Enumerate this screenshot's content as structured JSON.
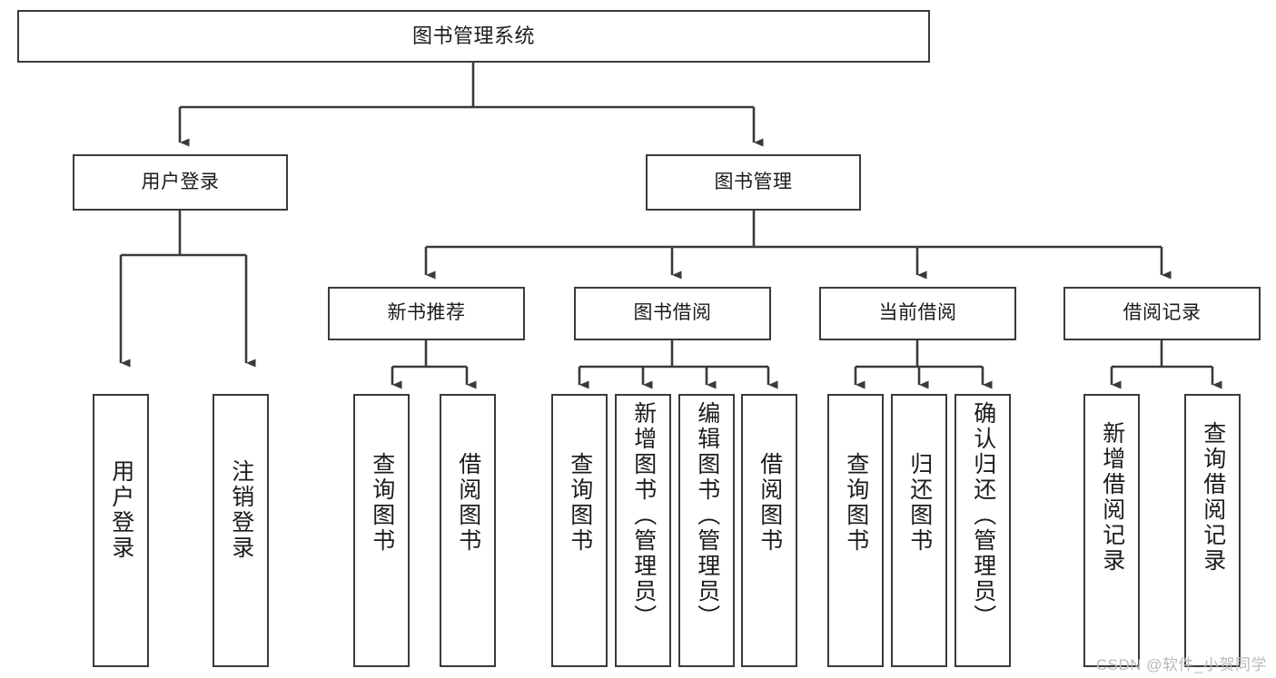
{
  "diagram": {
    "title": "图书管理系统",
    "type": "tree",
    "root": {
      "id": "root",
      "label": "图书管理系统"
    },
    "level2": [
      {
        "id": "user-login",
        "label": "用户登录"
      },
      {
        "id": "book-manage",
        "label": "图书管理"
      }
    ],
    "level3": [
      {
        "id": "new-book-recommend",
        "label": "新书推荐",
        "parent": "book-manage"
      },
      {
        "id": "book-borrow",
        "label": "图书借阅",
        "parent": "book-manage"
      },
      {
        "id": "current-borrow",
        "label": "当前借阅",
        "parent": "book-manage"
      },
      {
        "id": "borrow-record",
        "label": "借阅记录",
        "parent": "book-manage"
      }
    ],
    "leaves": [
      {
        "id": "leaf-user-login",
        "label": "用户登录",
        "parent": "user-login"
      },
      {
        "id": "leaf-user-logout",
        "label": "注销登录",
        "parent": "user-login"
      },
      {
        "id": "leaf-query-book-1",
        "label": "查询图书",
        "parent": "new-book-recommend"
      },
      {
        "id": "leaf-borrow-book-1",
        "label": "借阅图书",
        "parent": "new-book-recommend"
      },
      {
        "id": "leaf-query-book-2",
        "label": "查询图书",
        "parent": "book-borrow"
      },
      {
        "id": "leaf-add-book",
        "label": "新增图书（管理员）",
        "parent": "book-borrow"
      },
      {
        "id": "leaf-edit-book",
        "label": "编辑图书（管理员）",
        "parent": "book-borrow"
      },
      {
        "id": "leaf-borrow-book-2",
        "label": "借阅图书",
        "parent": "book-borrow"
      },
      {
        "id": "leaf-query-book-3",
        "label": "查询图书",
        "parent": "current-borrow"
      },
      {
        "id": "leaf-return-book",
        "label": "归还图书",
        "parent": "current-borrow"
      },
      {
        "id": "leaf-confirm-return",
        "label": "确认归还（管理员）",
        "parent": "current-borrow"
      },
      {
        "id": "leaf-add-record",
        "label": "新增借阅记录",
        "parent": "borrow-record"
      },
      {
        "id": "leaf-query-record",
        "label": "查询借阅记录",
        "parent": "borrow-record"
      }
    ]
  },
  "watermark": {
    "text": "CSDN @软件_小贺同学"
  },
  "colors": {
    "box_border": "#3a3a3a",
    "box_fill": "#ffffff",
    "line": "#3a3a3a",
    "text": "#1b1b1b",
    "watermark": "#b9b9b9",
    "background": "#ffffff"
  }
}
